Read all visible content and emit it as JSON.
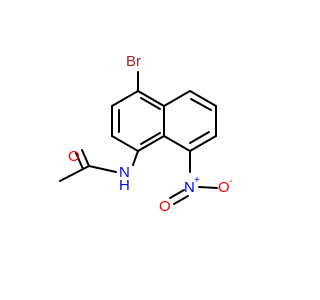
{
  "molecule": {
    "atoms": {
      "bromine": {
        "text": "Br",
        "color": "#a52a2a"
      },
      "nitrogen_amide": {
        "text": "N",
        "color": "#0000ff"
      },
      "hydrogen_amide": {
        "text": "H",
        "color": "#0000ff"
      },
      "oxygen_carbonyl": {
        "text": "O",
        "color": "#ff0000"
      },
      "nitrogen_nitro": {
        "text": "N",
        "color": "#0000ff"
      },
      "nitro_plus": {
        "text": "+",
        "color": "#0000ff"
      },
      "oxygen_nitro_double": {
        "text": "O",
        "color": "#ff0000"
      },
      "oxygen_nitro_single": {
        "text": "O",
        "color": "#ff0000"
      },
      "nitro_minus": {
        "text": "-",
        "color": "#ff0000"
      }
    },
    "bond_color": "#000000"
  }
}
